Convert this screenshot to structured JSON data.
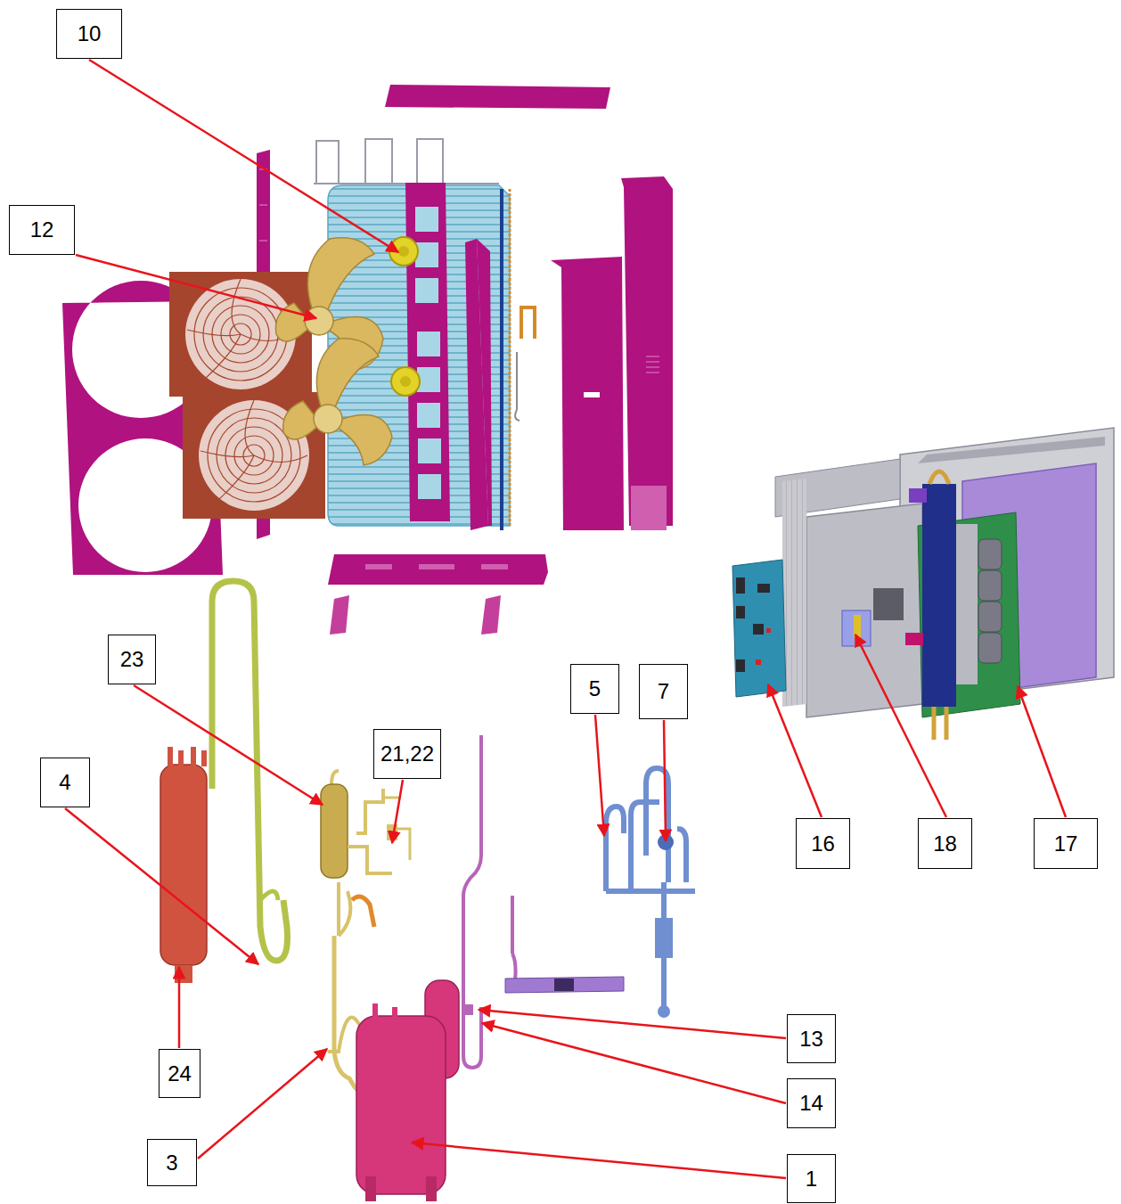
{
  "diagram": {
    "nodes": [
      {
        "text": [
          "10"
        ]
      },
      {
        "text": [
          "12"
        ]
      },
      {
        "text": [
          "23"
        ]
      },
      {
        "text": [
          "5"
        ]
      },
      {
        "text": [
          "7"
        ]
      },
      {
        "text": [
          "21,22"
        ]
      },
      {
        "text": [
          "4"
        ]
      },
      {
        "text": [
          "16"
        ]
      },
      {
        "text": [
          "18"
        ]
      },
      {
        "text": [
          "17"
        ]
      },
      {
        "text": [
          "13"
        ]
      },
      {
        "text": [
          "24"
        ]
      },
      {
        "text": [
          "14"
        ]
      },
      {
        "text": [
          "3"
        ]
      },
      {
        "text": [
          "1"
        ]
      }
    ]
  }
}
